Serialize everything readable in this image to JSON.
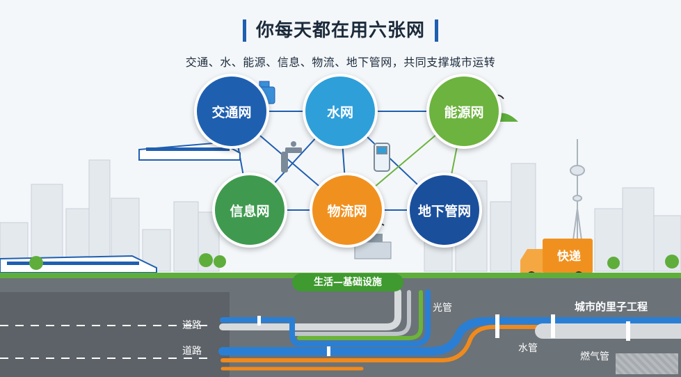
{
  "title": "你每天都在用六张网",
  "subtitle": "交通、水、能源、信息、物流、地下管网，共同支撑城市运转",
  "nodes": [
    {
      "id": "traffic",
      "label": "交通网",
      "color": "#1f5fb0"
    },
    {
      "id": "water",
      "label": "水网",
      "color": "#2e9fd9"
    },
    {
      "id": "energy",
      "label": "能源网",
      "color": "#6db33f"
    },
    {
      "id": "info",
      "label": "信息网",
      "color": "#3f9a4f"
    },
    {
      "id": "logistics",
      "label": "物流网",
      "color": "#f0911f"
    },
    {
      "id": "underground",
      "label": "地下管网",
      "color": "#1a4f9c"
    }
  ],
  "ground_tag": "生活—基础设施",
  "truck_label": "快递",
  "underground": {
    "title": "城市的里子工程",
    "road_label_1": "道路",
    "road_label_2": "道路",
    "fiber_label": "光管",
    "water_label": "水管",
    "gas_label": "燃气管"
  },
  "colors": {
    "sky": "#f4f7fa",
    "ground": "#6b7278",
    "grass": "#5fae3c",
    "pipe_blue": "#2a7fd4",
    "pipe_orange": "#f08a1c",
    "pipe_green": "#6ab43a",
    "pipe_gray": "#d6dadd"
  }
}
